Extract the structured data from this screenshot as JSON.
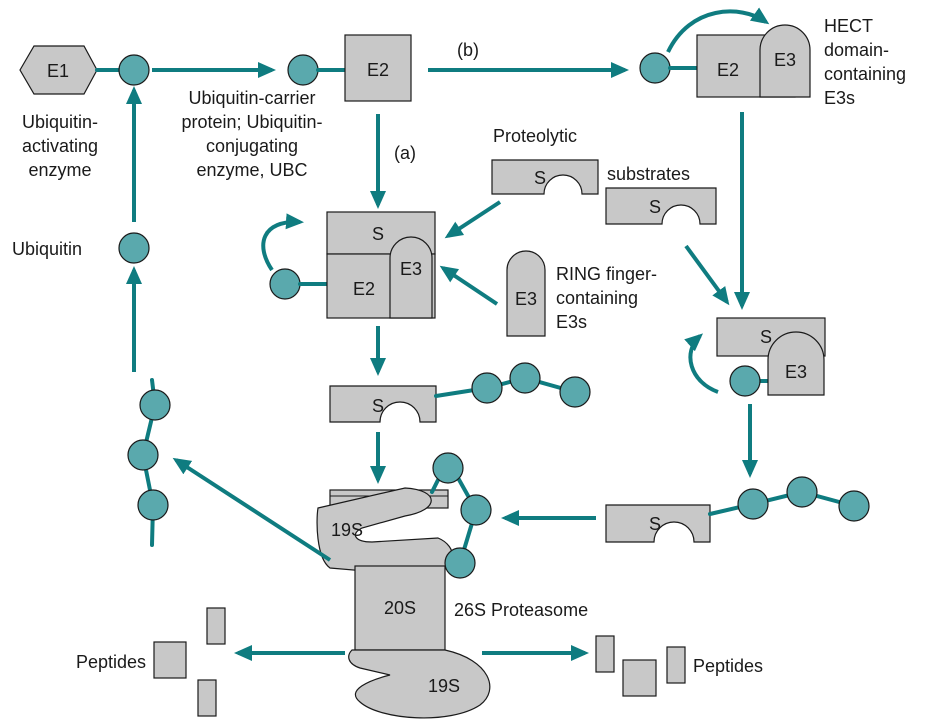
{
  "colors": {
    "teal": "#0f7c80",
    "ubiquitin_fill": "#5aa9ad",
    "box_fill": "#c8c8c8"
  },
  "labels": {
    "e1": "E1",
    "e1_desc": [
      "Ubiquitin-",
      "activating",
      "enzyme"
    ],
    "e2": "E2",
    "e2_desc": [
      "Ubiquitin-carrier",
      "protein; Ubiquitin-",
      "conjugating",
      "enzyme, UBC"
    ],
    "path_a": "(a)",
    "path_b": "(b)",
    "e3": "E3",
    "hect_desc": [
      "HECT",
      "domain-",
      "containing",
      "E3s"
    ],
    "ring_desc": [
      "RING finger-",
      "containing",
      "E3s"
    ],
    "proteolytic": "Proteolytic",
    "substrates": "substrates",
    "s": "S",
    "ubiquitin": "Ubiquitin",
    "p19s": "19S",
    "p20s": "20S",
    "proteasome": "26S Proteasome",
    "peptides": "Peptides"
  }
}
